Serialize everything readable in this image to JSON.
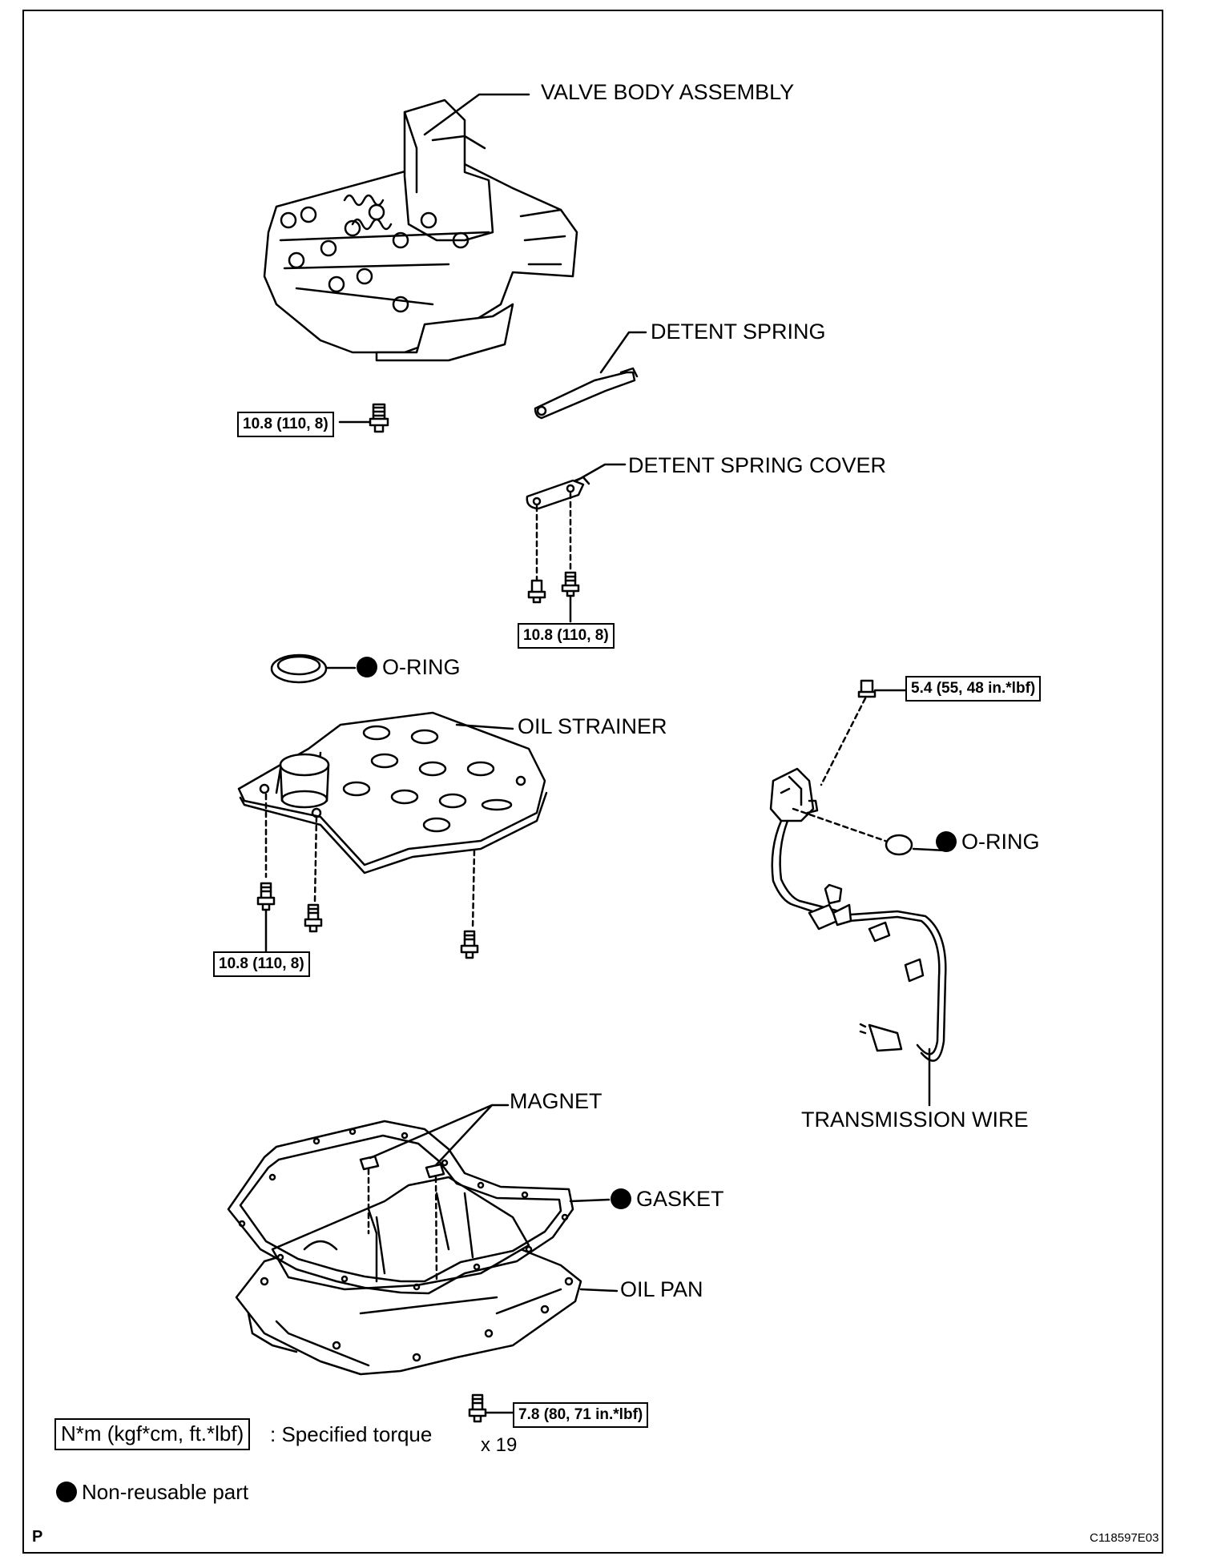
{
  "labels": {
    "valve_body": "VALVE BODY ASSEMBLY",
    "detent_spring": "DETENT SPRING",
    "detent_spring_cover": "DETENT SPRING COVER",
    "o_ring_1": "O-RING",
    "oil_strainer": "OIL STRAINER",
    "o_ring_2": "O-RING",
    "transmission_wire": "TRANSMISSION WIRE",
    "magnet": "MAGNET",
    "gasket": "GASKET",
    "oil_pan": "OIL PAN"
  },
  "torques": {
    "valve_body_bolt": "10.8 (110, 8)",
    "detent_cover_bolt": "10.8 (110, 8)",
    "wire_bolt": "5.4 (55, 48 in.*lbf)",
    "strainer_bolt": "10.8 (110, 8)",
    "oil_pan_bolt": "7.8 (80, 71 in.*lbf)"
  },
  "oil_pan_bolt_count": "x 19",
  "legend": {
    "torque_box": "N*m (kgf*cm, ft.*lbf)",
    "torque_text": ": Specified torque",
    "nonreusable_text": "Non-reusable part"
  },
  "footer": {
    "left_code": "P",
    "figure_id": "C118597E03"
  }
}
